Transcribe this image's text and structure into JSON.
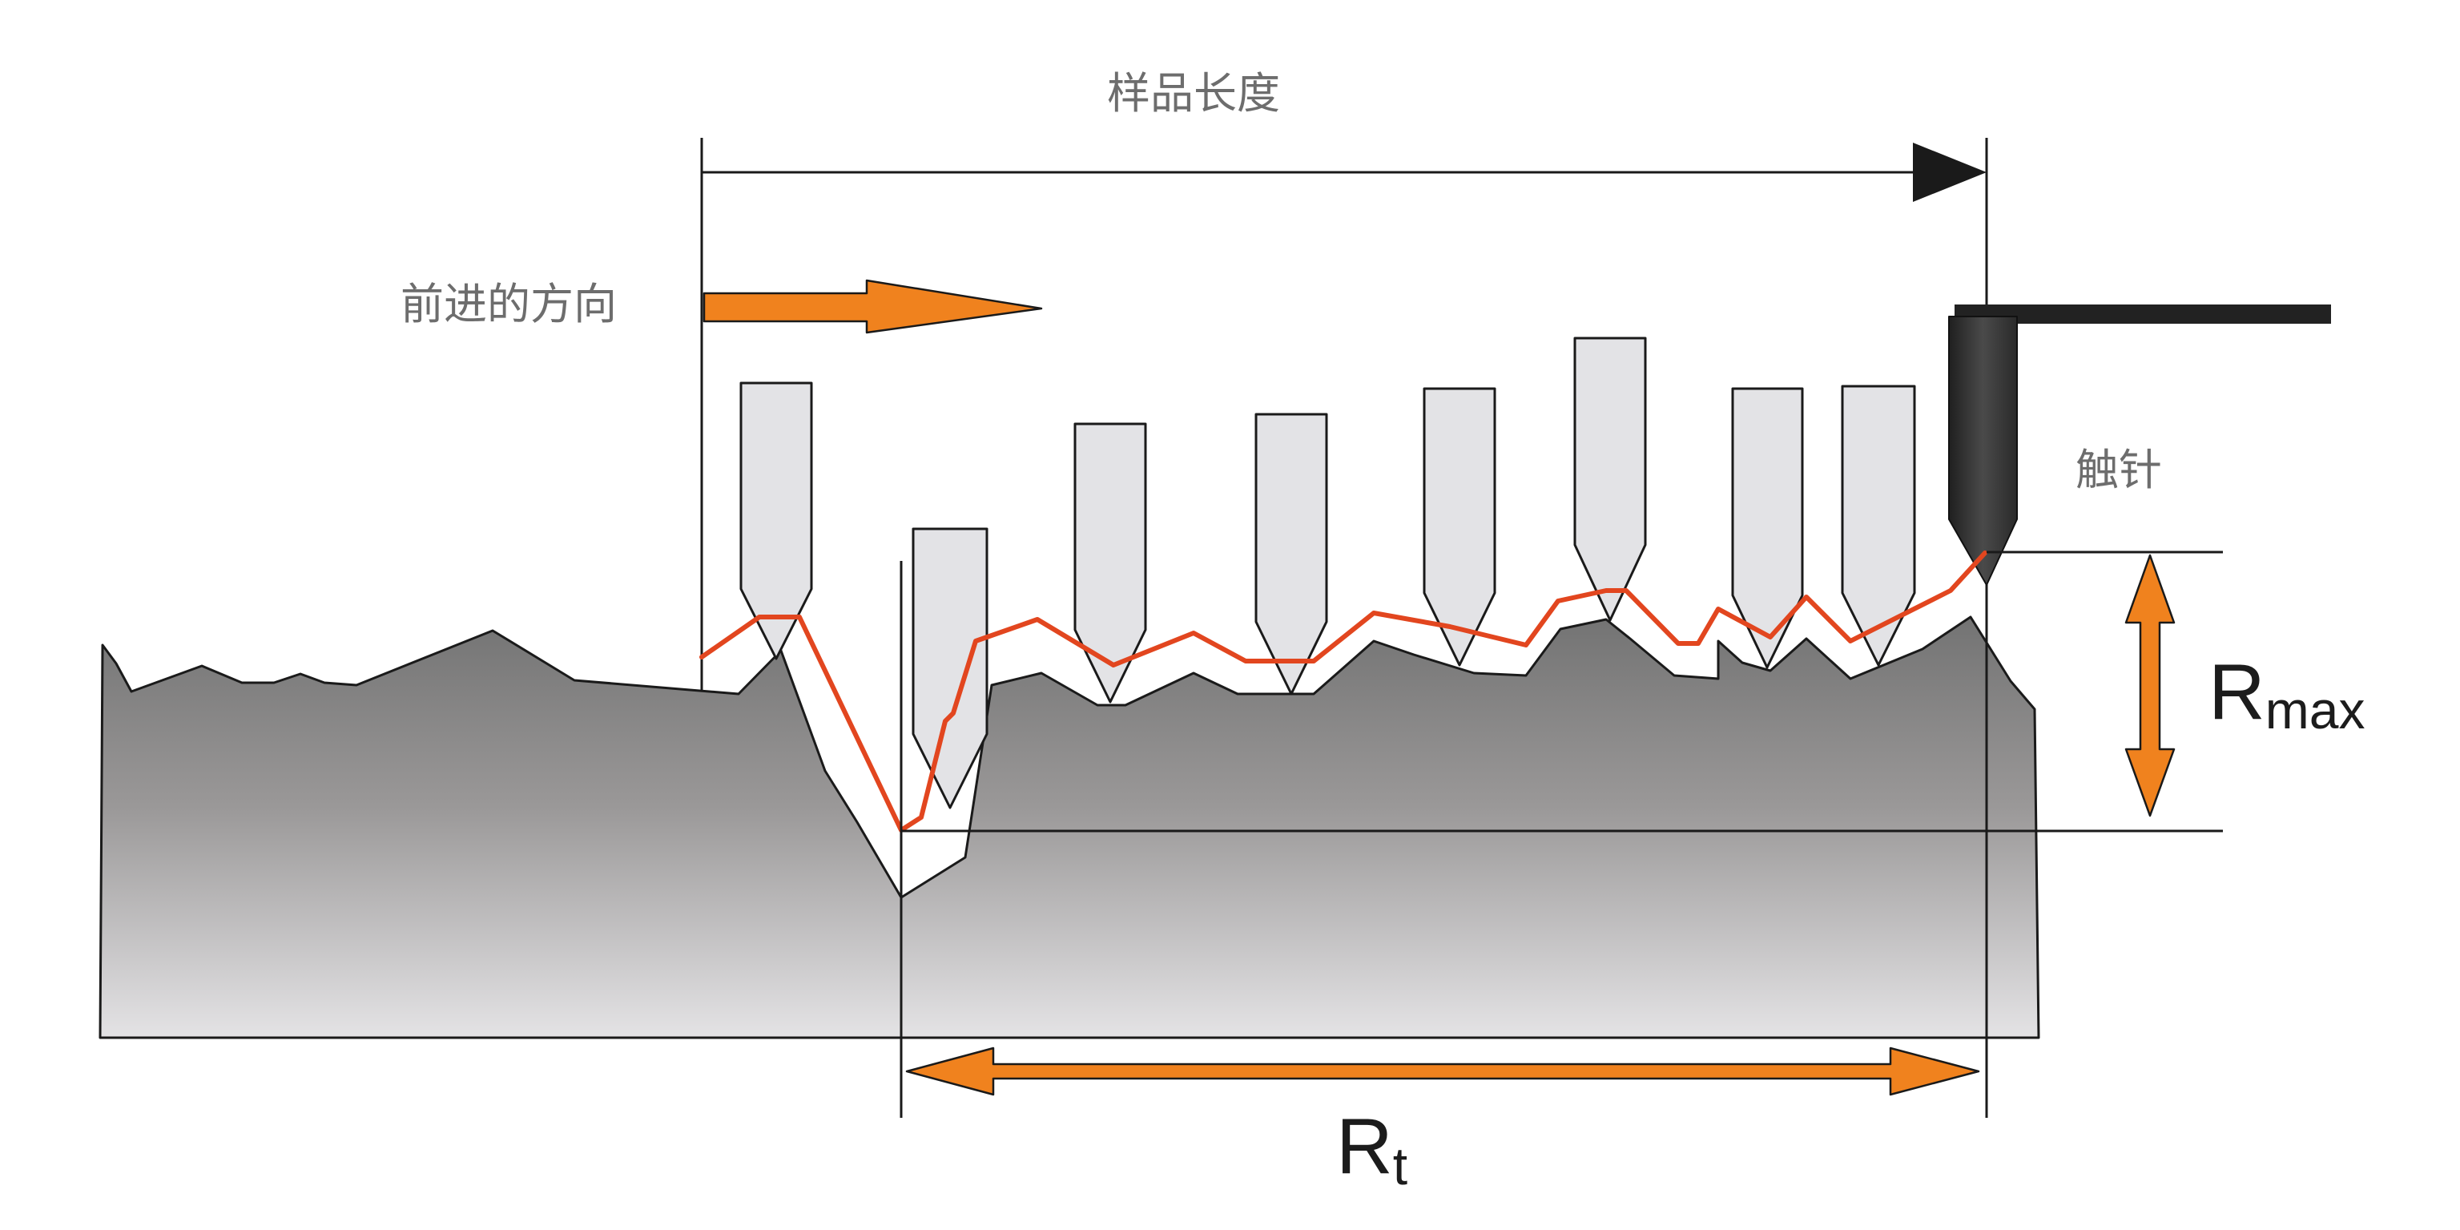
{
  "labels": {
    "sample_length": "样品长度",
    "direction": "前进的方向",
    "stylus": "触针",
    "rmax_main": "R",
    "rmax_sub": "max",
    "rt_main": "R",
    "rt_sub": "t"
  },
  "colors": {
    "orange": "#f0821e",
    "trace": "#e2461f",
    "stylus_fill": "#e3e3e6",
    "stylus_dark": "#333333",
    "surface_top": "#737373",
    "surface_bottom": "#e4e3e5",
    "line": "#1a1a1a"
  },
  "icons": {
    "direction_arrow": "orange-right-arrow-icon",
    "length_arrow": "black-arrowhead-icon",
    "rmax_arrow": "orange-double-vertical-arrow-icon",
    "rt_arrow": "orange-double-horizontal-arrow-icon"
  }
}
